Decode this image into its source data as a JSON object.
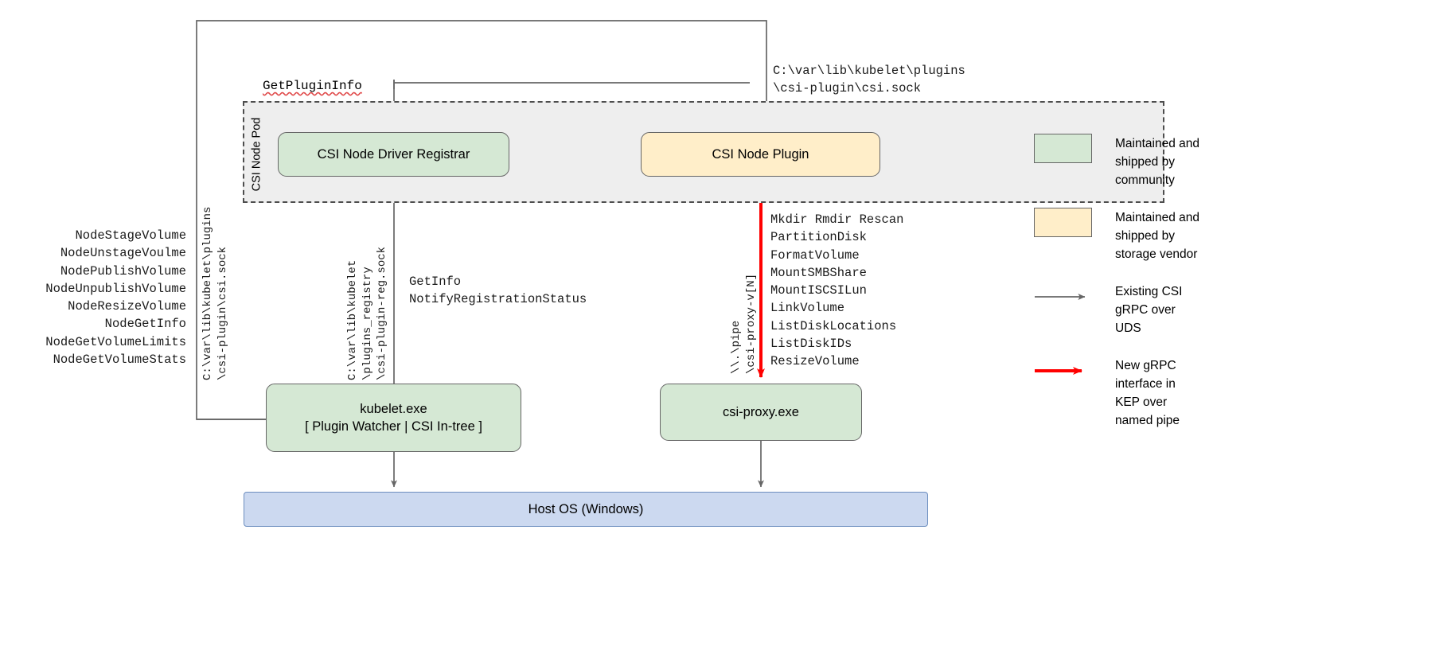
{
  "diagram": {
    "title": "CSI Proxy architecture on Windows",
    "pod": {
      "label": "CSI Node Pod"
    },
    "boxes": {
      "registrar": "CSI Node Driver Registrar",
      "node_plugin": "CSI Node Plugin",
      "kubelet_line1": "kubelet.exe",
      "kubelet_line2": "[ Plugin Watcher | CSI In-tree ]",
      "csi_proxy": "csi-proxy.exe",
      "host_os": "Host OS (Windows)"
    },
    "labels": {
      "get_plugin_info": "GetPluginInfo",
      "csi_sock_path": "C:\\var\\lib\\kubelet\\plugins\n\\csi-plugin\\csi.sock",
      "node_calls": "NodeStageVolume\nNodeUnstageVoulme\nNodePublishVolume\nNodeUnpublishVolume\nNodeResizeVolume\nNodeGetInfo\nNodeGetVolumeLimits\nNodeGetVolumeStats",
      "registration_calls": "GetInfo\nNotifyRegistrationStatus",
      "proxy_calls": "Mkdir Rmdir Rescan\nPartitionDisk\nFormatVolume\nMountSMBShare\nMountISCSILun\nLinkVolume\nListDiskLocations\nListDiskIDs\nResizeVolume",
      "kubelet_sock_path": "C:\\var\\lib\\kubelet\\plugins\n\\csi-plugin\\csi.sock",
      "registry_sock_path": "C:\\var\\lib\\kubelet\n\\plugins_registry\n\\csi-plugin-reg.sock",
      "named_pipe_path": "\\\\.\\pipe\n\\csi-proxy-v[N]"
    },
    "legend": {
      "items": [
        {
          "kind": "swatch",
          "swatch": "green",
          "icon_name": "legend-green-swatch",
          "text": "Maintained and\nshipped by\ncommunity"
        },
        {
          "kind": "swatch",
          "swatch": "yellow",
          "icon_name": "legend-yellow-swatch",
          "text": "Maintained and\nshipped by\nstorage vendor"
        },
        {
          "kind": "arrow",
          "arrow": "gray",
          "icon_name": "legend-gray-arrow-icon",
          "text": "Existing CSI\ngRPC over\nUDS"
        },
        {
          "kind": "arrow",
          "arrow": "red",
          "icon_name": "legend-red-arrow-icon",
          "text": "New gRPC\ninterface in\nKEP over\nnamed pipe"
        }
      ]
    },
    "colors": {
      "community_green": "#d5e8d4",
      "vendor_yellow": "#ffeec9",
      "host_blue": "#ccd9f0",
      "host_blue_border": "#6c8ebf",
      "box_border": "#666666",
      "pod_background": "#eeeeee",
      "pod_border": "#4d4d4d",
      "existing_arrow": "#666666",
      "new_arrow": "#ff0000"
    }
  }
}
